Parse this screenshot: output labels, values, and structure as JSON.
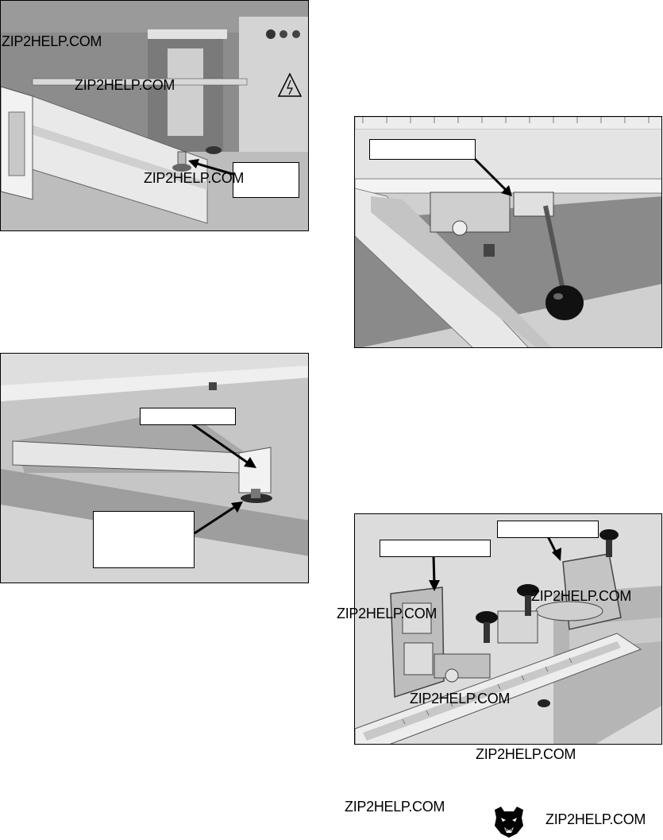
{
  "watermark_text": "ZIP2HELP.COM",
  "figures": [
    {
      "id": "figure-1",
      "callouts": [
        ""
      ]
    },
    {
      "id": "figure-2",
      "callouts": [
        "",
        ""
      ]
    },
    {
      "id": "figure-3",
      "callouts": [
        ""
      ]
    },
    {
      "id": "figure-4",
      "callouts": [
        "",
        ""
      ]
    }
  ],
  "icons": {
    "logo": "bear-head-logo-icon",
    "warning": "electrical-hazard-warning-icon"
  },
  "colors": {
    "photo_bg": "#bdbdbd",
    "metal_light": "#e8e8e8",
    "metal_dark": "#6e6e6e",
    "ink": "#000000"
  }
}
